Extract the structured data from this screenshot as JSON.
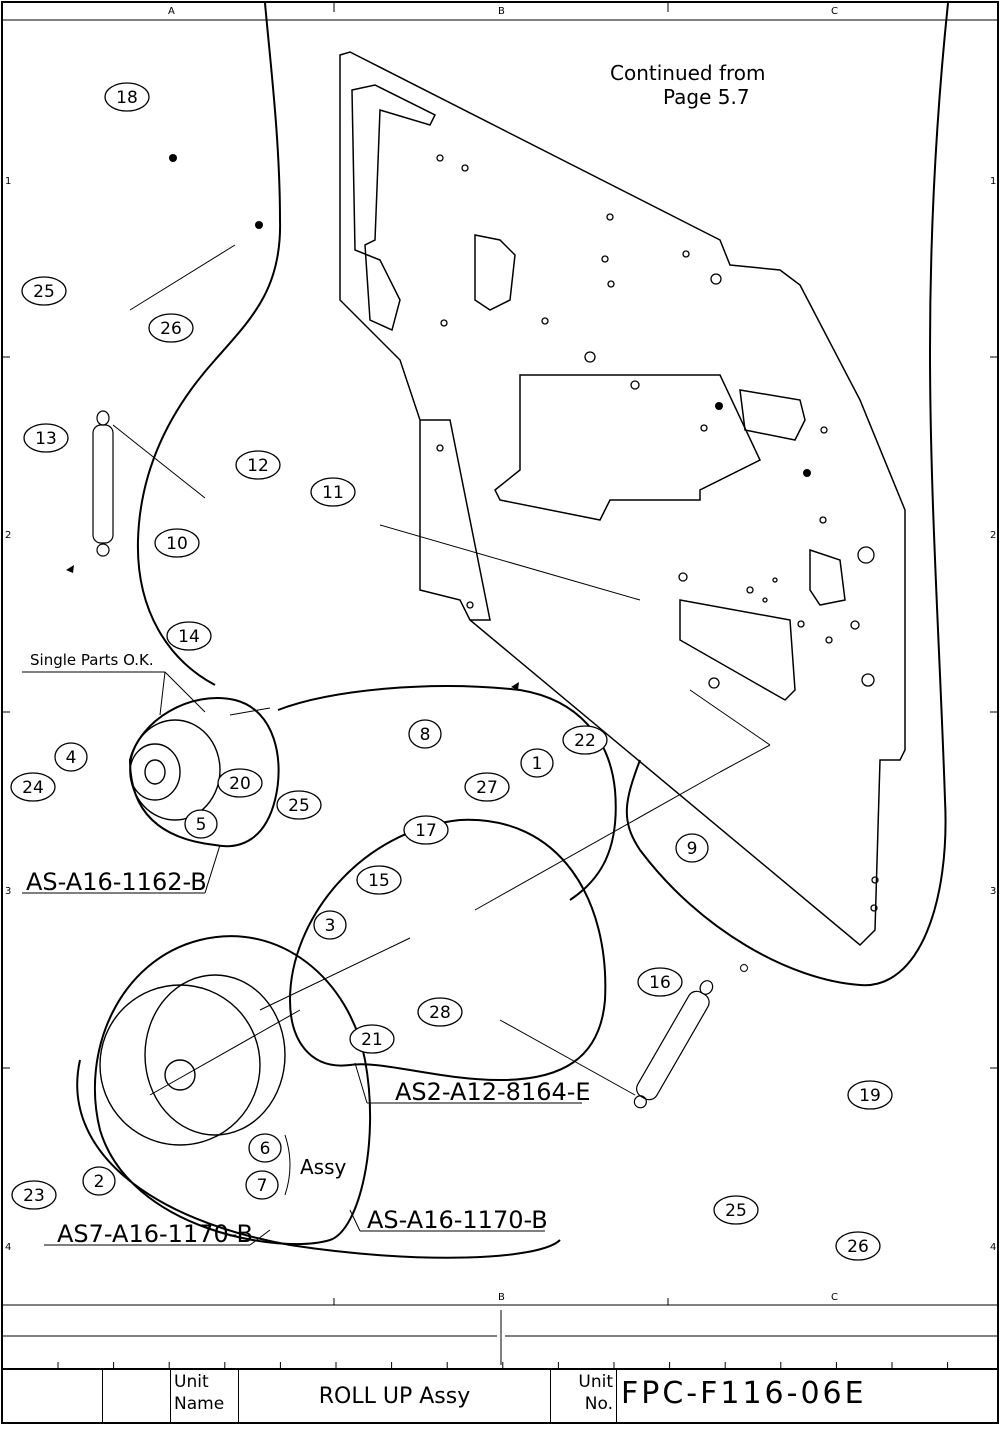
{
  "grid": {
    "columns": [
      "A",
      "B",
      "C"
    ],
    "rows": [
      "1",
      "2",
      "3",
      "4"
    ]
  },
  "notes": {
    "continued_line1": "Continued from",
    "continued_line2": "Page 5.7",
    "single_parts": "Single Parts O.K.",
    "assy": "Assy"
  },
  "callouts": [
    "1",
    "2",
    "3",
    "4",
    "5",
    "6",
    "7",
    "8",
    "9",
    "10",
    "11",
    "12",
    "13",
    "14",
    "15",
    "16",
    "17",
    "18",
    "19",
    "20",
    "21",
    "22",
    "23",
    "24",
    "25",
    "26",
    "27",
    "28"
  ],
  "assemblies": {
    "as_a16_1162_b": "AS-A16-1162-B",
    "as2_a12_8164_e": "AS2-A12-8164-E",
    "as_a16_1170_b": "AS-A16-1170-B",
    "as7_a16_1170_b": "AS7-A16-1170-B"
  },
  "title_block": {
    "unit_name_label_1": "Unit",
    "unit_name_label_2": "Name",
    "unit_name": "ROLL UP Assy",
    "unit_no_label_1": "Unit",
    "unit_no_label_2": "No.",
    "unit_no": "FPC-F116-06E"
  }
}
